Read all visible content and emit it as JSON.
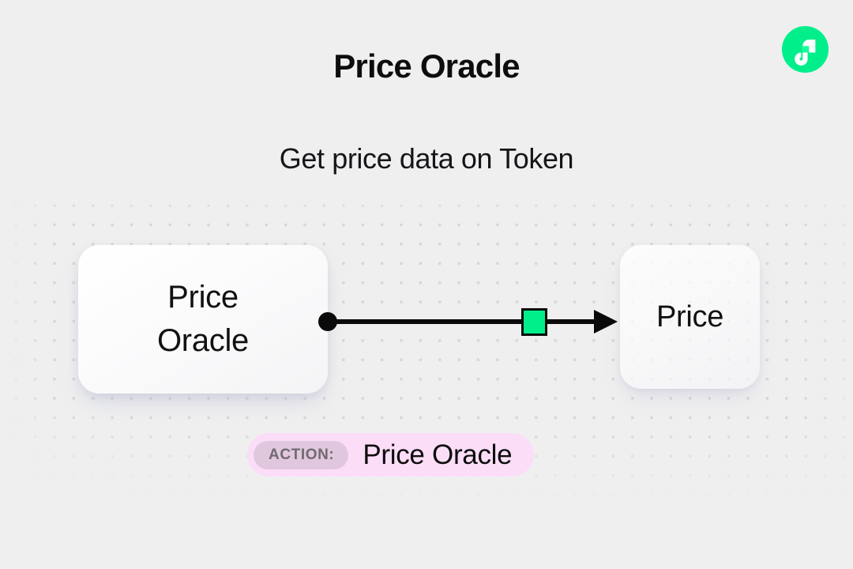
{
  "header": {
    "title": "Price Oracle",
    "subtitle": "Get price data on Token",
    "logo_icon": "flow-logo-icon"
  },
  "colors": {
    "background": "#efefef",
    "dot_grid": "#d7d7d8",
    "brand_green": "#00ef8b",
    "edge_stroke": "#0a0a0a",
    "badge_background": "#fbddf8",
    "badge_tag_background": "#e1c7de",
    "badge_tag_text": "#6f6b70",
    "text_primary": "#0d0d0d"
  },
  "diagram": {
    "nodes": [
      {
        "id": "source",
        "label": "Price\nOracle",
        "label_lines": [
          "Price",
          "Oracle"
        ],
        "role": "source"
      },
      {
        "id": "target",
        "label": "Price",
        "label_lines": [
          "Price"
        ],
        "role": "target"
      }
    ],
    "edge": {
      "from": "source",
      "to": "target",
      "start_marker": "dot-icon",
      "end_marker": "arrowhead-icon",
      "midpoint_marker": "green-square-chip-icon"
    }
  },
  "action": {
    "tag_label": "ACTION:",
    "value": "Price Oracle"
  }
}
